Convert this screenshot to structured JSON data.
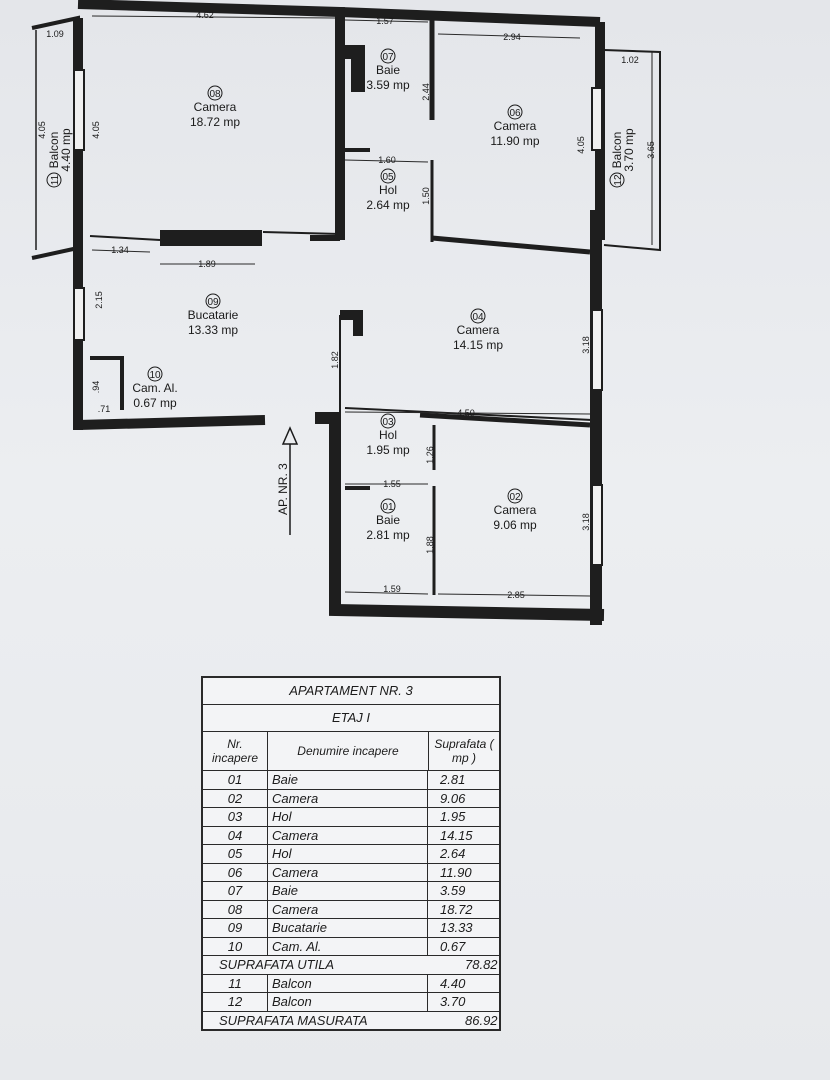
{
  "plan": {
    "rooms": [
      {
        "num": "01",
        "name": "Baie",
        "area": "2.81 mp"
      },
      {
        "num": "02",
        "name": "Camera",
        "area": "9.06 mp"
      },
      {
        "num": "03",
        "name": "Hol",
        "area": "1.95 mp"
      },
      {
        "num": "04",
        "name": "Camera",
        "area": "14.15 mp"
      },
      {
        "num": "05",
        "name": "Hol",
        "area": "2.64 mp"
      },
      {
        "num": "06",
        "name": "Camera",
        "area": "11.90 mp"
      },
      {
        "num": "07",
        "name": "Baie",
        "area": "3.59 mp"
      },
      {
        "num": "08",
        "name": "Camera",
        "area": "18.72 mp"
      },
      {
        "num": "09",
        "name": "Bucatarie",
        "area": "13.33 mp"
      },
      {
        "num": "10",
        "name": "Cam. Al.",
        "area": "0.67 mp"
      },
      {
        "num": "11",
        "name": "Balcon",
        "area": "4.40 mp"
      },
      {
        "num": "12",
        "name": "Balcon",
        "area": "3.70 mp"
      }
    ],
    "dims": [
      "4.62",
      "1.57",
      "2.94",
      "1.02",
      "1.09",
      "4.05",
      "4.05",
      "2.44",
      "1.60",
      "1.50",
      "4.05",
      "3.65",
      "1.34",
      "1.89",
      "2.15",
      "1.82",
      "3.18",
      "4.50",
      "1.26",
      "1.55",
      "1.88",
      "3.18",
      "1.59",
      "2.85",
      ".94",
      ".71"
    ],
    "entrance_label": "AP. NR. 3"
  },
  "table": {
    "title": "APARTAMENT NR. 3",
    "floor": "ETAJ I",
    "headers": {
      "nr": "Nr. incapere",
      "name": "Denumire incapere",
      "area": "Suprafata ( mp )"
    },
    "rows": [
      {
        "nr": "01",
        "name": "Baie",
        "area": "2.81"
      },
      {
        "nr": "02",
        "name": "Camera",
        "area": "9.06"
      },
      {
        "nr": "03",
        "name": "Hol",
        "area": "1.95"
      },
      {
        "nr": "04",
        "name": "Camera",
        "area": "14.15"
      },
      {
        "nr": "05",
        "name": "Hol",
        "area": "2.64"
      },
      {
        "nr": "06",
        "name": "Camera",
        "area": "11.90"
      },
      {
        "nr": "07",
        "name": "Baie",
        "area": "3.59"
      },
      {
        "nr": "08",
        "name": "Camera",
        "area": "18.72"
      },
      {
        "nr": "09",
        "name": "Bucatarie",
        "area": "13.33"
      },
      {
        "nr": "10",
        "name": "Cam. Al.",
        "area": "0.67"
      }
    ],
    "useful": {
      "label": "SUPRAFATA UTILA",
      "value": "78.82"
    },
    "balconies": [
      {
        "nr": "11",
        "name": "Balcon",
        "area": "4.40"
      },
      {
        "nr": "12",
        "name": "Balcon",
        "area": "3.70"
      }
    ],
    "measured": {
      "label": "SUPRAFATA MASURATA",
      "value": "86.92"
    }
  }
}
